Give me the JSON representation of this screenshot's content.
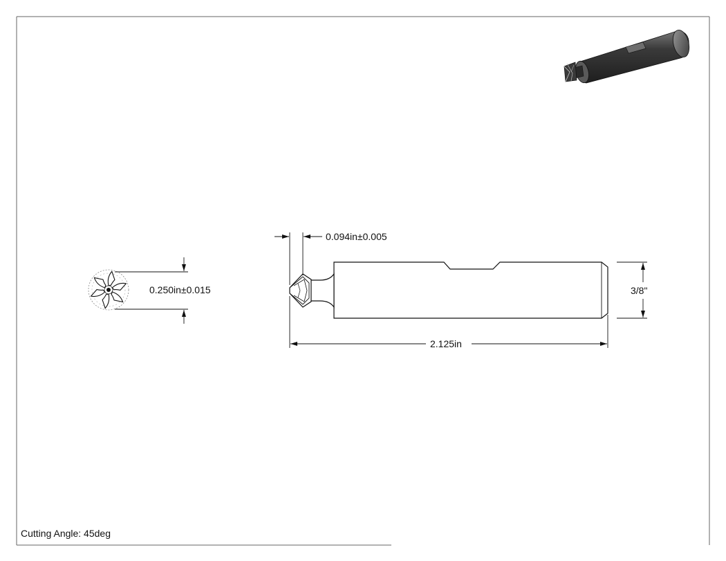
{
  "sheet": {
    "note": "Cutting Angle: 45deg"
  },
  "dimensions": {
    "end_view_diameter": "0.250in±0.015",
    "tip_length": "0.094in±0.005",
    "shank_diameter": "3/8\"",
    "overall_length": "2.125in"
  },
  "views": {
    "isometric_icon": "isometric-render",
    "end_view_icon": "six-flute-cutter-end"
  },
  "colors": {
    "line": "#111111",
    "border": "#555555",
    "render_dark": "#2e2e2e",
    "render_light": "#8a8a8a"
  }
}
